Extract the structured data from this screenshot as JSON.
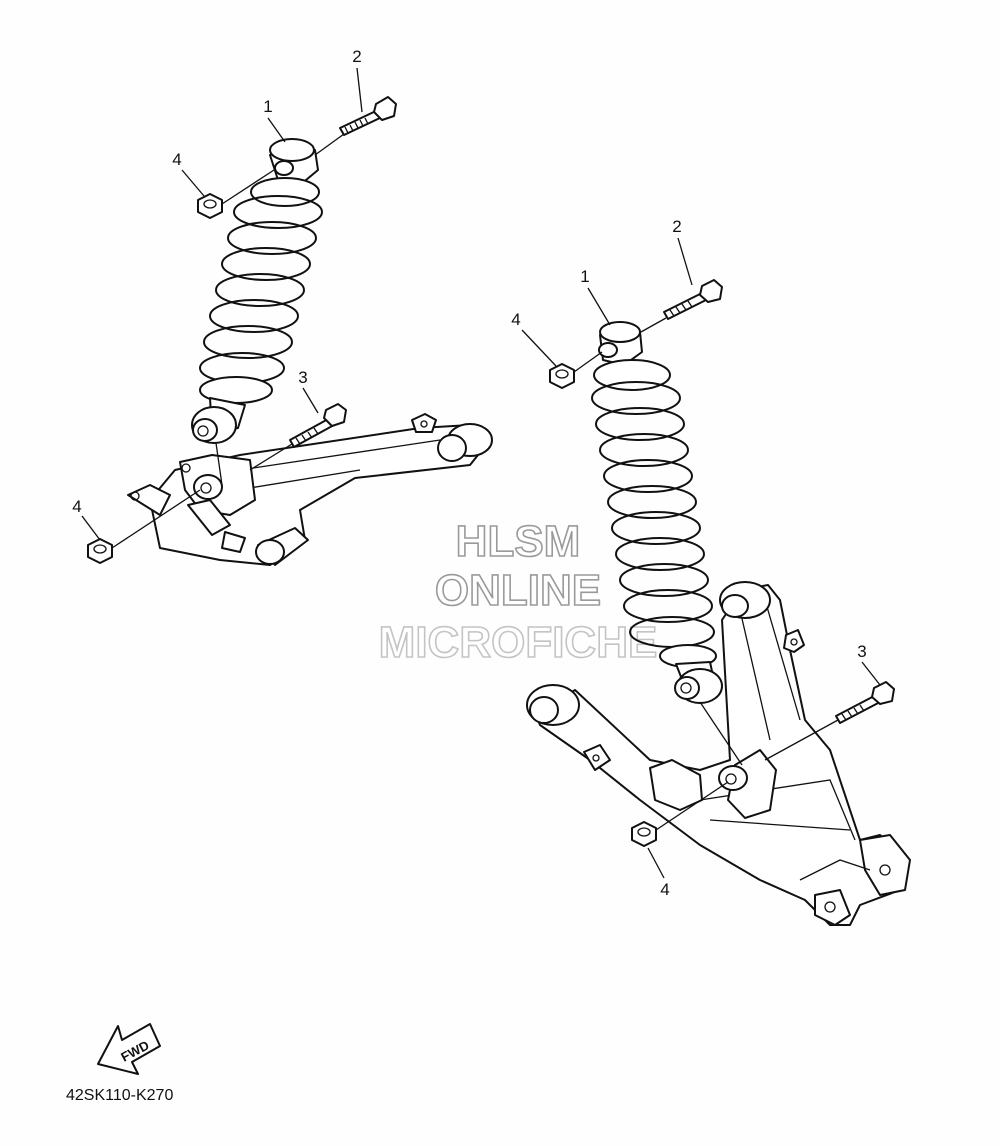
{
  "diagram_code": "42SK110-K270",
  "fwd_label": "FWD",
  "watermark": {
    "line1": "HLSM",
    "line2": "ONLINE",
    "line3": "MICROFICHE"
  },
  "callouts": {
    "left_shock": "1",
    "left_bolt_top": "2",
    "left_nut_top": "4",
    "left_bolt_lower": "3",
    "left_nut_lower": "4",
    "right_shock": "1",
    "right_bolt_top": "2",
    "right_nut_top": "4",
    "right_bolt_lower": "3",
    "right_nut_lower": "4"
  }
}
